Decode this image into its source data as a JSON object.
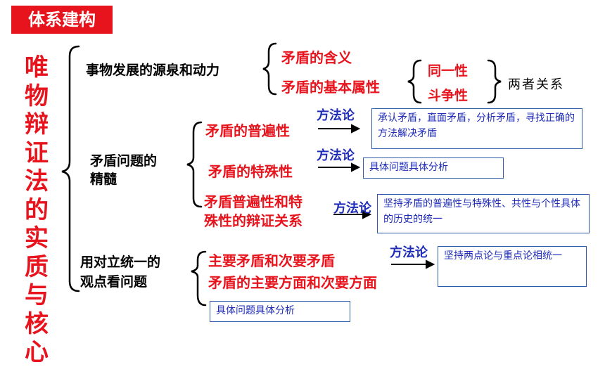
{
  "header": {
    "title": "体系建构"
  },
  "main_topic": "唯物辩证法的实质与核心",
  "branch1": {
    "label": "事物发展的源泉和动力",
    "items": [
      "矛盾的含义",
      "矛盾的基本属性"
    ],
    "attributes": [
      "同一性",
      "斗争性"
    ],
    "attributes_note": "两者关系"
  },
  "branch2": {
    "label_line1": "矛盾问题的",
    "label_line2": "精髓",
    "items": [
      {
        "title": "矛盾的普遍性",
        "method": "方法论",
        "box": "承认矛盾，直面矛盾，分析矛盾，寻找正确的方法解决矛盾"
      },
      {
        "title": "矛盾的特殊性",
        "method": "方法论",
        "box": "具体问题具体分析"
      },
      {
        "title_line1": "矛盾普遍性和特",
        "title_line2": "殊性的辩证关系",
        "method": "方法论",
        "box": "坚持矛盾的普遍性与特殊性、共性与个性具体的历史的统一"
      }
    ]
  },
  "branch3": {
    "label_line1": "用对立统一的",
    "label_line2": "观点看问题",
    "items": [
      "主要矛盾和次要矛盾",
      "矛盾的主要方面和次要方面"
    ],
    "method": "方法论",
    "box": "坚持两点论与重点论相统一",
    "bottom_box": "具体问题具体分析"
  }
}
